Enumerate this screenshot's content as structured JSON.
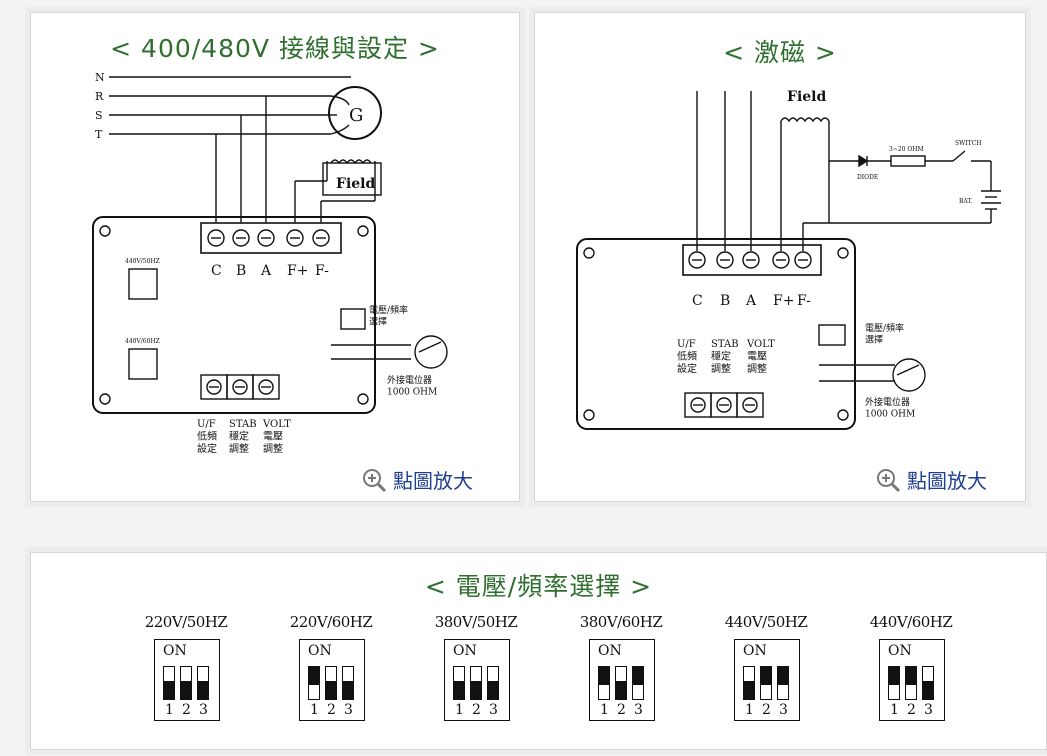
{
  "wiring": {
    "title": "< 400/480V 接線與設定 >",
    "lines": [
      "N",
      "R",
      "S",
      "T"
    ],
    "generator_symbol": "G",
    "field_label": "Field",
    "terminals": [
      "C",
      "B",
      "A",
      "F+",
      "F-"
    ],
    "dip_small_1": "440V/50HZ",
    "dip_small_2": "440V/60HZ",
    "selector_label": "電壓/頻率\n選擇",
    "pot_label": "外接電位器\n1000 OHM",
    "bottom_terms": [
      "U/F\n低頻\n設定",
      "STAB\n穩定\n調整",
      "VOLT\n電壓\n調整"
    ],
    "zoom_label": "點圖放大",
    "zoom_icon": "magnifier-plus-icon"
  },
  "excite": {
    "title": "< 激磁 >",
    "field_label": "Field",
    "resistor_label": "3~20 OHM",
    "switch_label": "SWITCH",
    "diode_label": "DIODE",
    "battery_label": "BAT.",
    "terminals": [
      "C",
      "B",
      "A",
      "F+",
      "F-"
    ],
    "selector_label": "電壓/頻率\n選擇",
    "pot_label": "外接電位器\n1000 OHM",
    "bottom_terms": [
      "U/F\n低頻\n設定",
      "STAB\n穩定\n調整",
      "VOLT\n電壓\n調整"
    ],
    "zoom_label": "點圖放大",
    "zoom_icon": "magnifier-plus-icon"
  },
  "dip": {
    "title": "< 電壓/頻率選擇 >",
    "on_label": "ON",
    "numbers": [
      "1",
      "2",
      "3"
    ],
    "settings": [
      {
        "label": "220V/50HZ",
        "switches": [
          "down",
          "down",
          "down"
        ]
      },
      {
        "label": "220V/60HZ",
        "switches": [
          "up",
          "down",
          "down"
        ]
      },
      {
        "label": "380V/50HZ",
        "switches": [
          "down",
          "down",
          "down"
        ]
      },
      {
        "label": "380V/60HZ",
        "switches": [
          "up",
          "down",
          "up"
        ]
      },
      {
        "label": "440V/50HZ",
        "switches": [
          "down",
          "up",
          "up"
        ]
      },
      {
        "label": "440V/60HZ",
        "switches": [
          "up",
          "up",
          "down"
        ]
      }
    ]
  },
  "colors": {
    "title_green": "#2f6f2f",
    "link_blue": "#1f3f8f",
    "ink": "#111111"
  }
}
